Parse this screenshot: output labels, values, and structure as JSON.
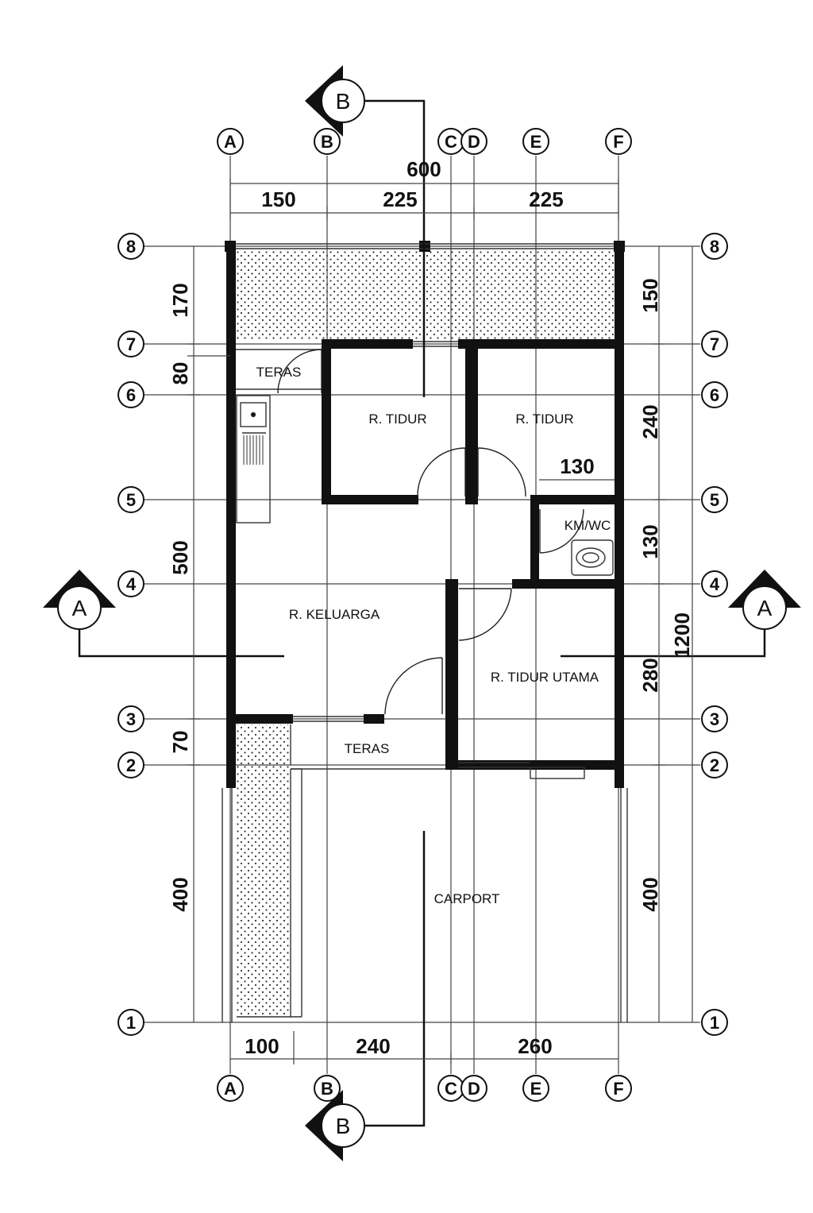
{
  "grid": {
    "columns": [
      "A",
      "B",
      "C",
      "D",
      "E",
      "F"
    ],
    "rows": [
      "8",
      "7",
      "6",
      "5",
      "4",
      "3",
      "2",
      "1"
    ]
  },
  "dimensions": {
    "top_total": "600",
    "top_segments": [
      "150",
      "225",
      "225"
    ],
    "bottom_segments": [
      "100",
      "240",
      "260"
    ],
    "left_segments": [
      "170",
      "80",
      "500",
      "70",
      "400"
    ],
    "right_segments": [
      "150",
      "240",
      "130",
      "280",
      "400"
    ],
    "right_inner": "130",
    "right_total": "1200"
  },
  "rooms": {
    "teras_top": "TERAS",
    "tidur_1": "R. TIDUR",
    "tidur_2": "R. TIDUR",
    "kmwc": "KM/WC",
    "keluarga": "R. KELUARGA",
    "tidur_utama": "R. TIDUR UTAMA",
    "teras_bottom": "TERAS",
    "carport": "CARPORT"
  },
  "sections": {
    "a": "A",
    "b": "B"
  }
}
